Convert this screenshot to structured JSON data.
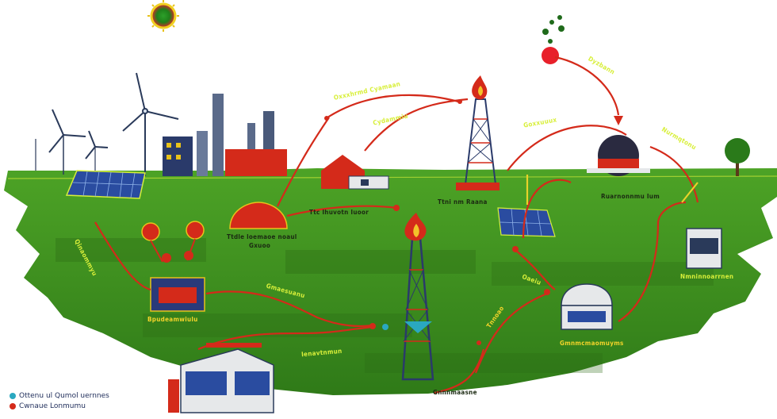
{
  "colors": {
    "ground": "#3f8f1f",
    "ground_dark": "#2a6a14",
    "flow_red": "#d42a1a",
    "flow_yellow": "#e8d22a",
    "panel_blue": "#2a4ca0",
    "sun": "#e8202a"
  },
  "labels": {
    "top_arrow_1": "Oxxxhrmd Cyamaan",
    "top_arrow_2": "Cydammiu",
    "top_arrow_3": "Dyzbann",
    "top_arrow_4": "Goxxuuux",
    "right_arrow": "Nurmqtonu",
    "dome_caption_1": "Ttdle loemaoe noaul",
    "dome_caption_2": "Gxuoo",
    "mid_center": "Ttc Ihuvotn Iuoor",
    "center_right": "Ttni nm Raana",
    "right_title": "Ruarnonnmu Ium",
    "left_vertical": "Qinaommyu",
    "transformer_label": "Bpudeamwiulu",
    "left_mid": "Gmaesuanu",
    "lower_mid": "Ienavtnmun",
    "right_small": "Oaeiu",
    "right_storage": "Nmninnoarrnen",
    "biogas_label": "Gmnmcmaomuyms",
    "bottom_center": "Gnnnmaasne",
    "diag_label": "Tnnoao"
  },
  "legend": {
    "item_1": "Ottenu ul Qumol uernnes",
    "item_2": "Cwnaue Lonmumu",
    "item_1_color": "#2aa8c0",
    "item_2_color": "#d42a1a"
  },
  "icons": [
    "sun-icon",
    "wind-turbine-icon",
    "solar-panel-icon",
    "factory-icon",
    "flame-icon",
    "oil-derrick-icon",
    "storage-tank-icon",
    "transformer-icon",
    "barn-icon",
    "dome-icon",
    "tree-icon",
    "bubbles-icon"
  ]
}
